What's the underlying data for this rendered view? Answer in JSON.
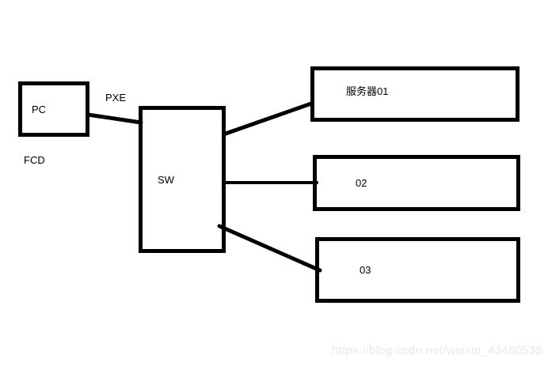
{
  "diagram": {
    "background_color": "#ffffff",
    "stroke_color": "#000000",
    "nodes": {
      "pc": {
        "label": "PC"
      },
      "sw": {
        "label": "SW"
      },
      "server1": {
        "label": "服务器01"
      },
      "server2": {
        "label": "02"
      },
      "server3": {
        "label": "03"
      }
    },
    "labels": {
      "pxe": "PXE",
      "fcd": "FCD"
    },
    "edges": [
      {
        "from": "pc",
        "to": "sw"
      },
      {
        "from": "sw",
        "to": "server1"
      },
      {
        "from": "sw",
        "to": "server2"
      },
      {
        "from": "sw",
        "to": "server3"
      }
    ]
  },
  "watermark": {
    "text": "https://blog.csdn.net/weixin_43460538",
    "color": "#e8e8e8"
  }
}
